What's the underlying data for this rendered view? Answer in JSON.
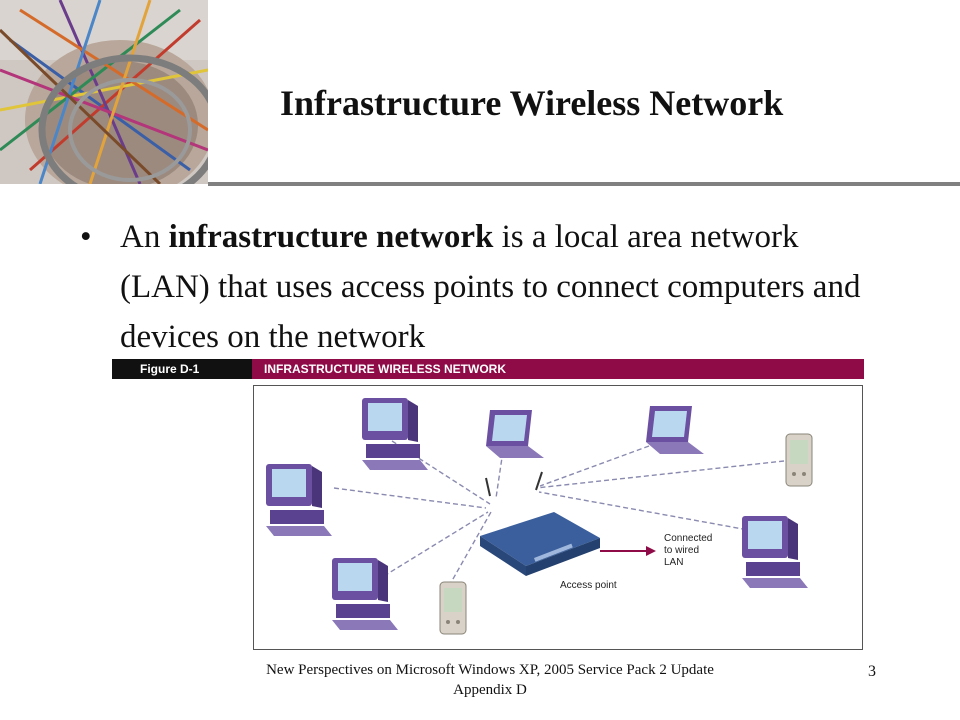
{
  "slide": {
    "title": "Infrastructure Wireless Network",
    "bullet_mark": "•",
    "bullet_lead": "An ",
    "bullet_bold": "infrastructure network",
    "bullet_rest": " is a local area network (LAN) that uses access points to connect computers and devices on the network"
  },
  "figure": {
    "label": "Figure D-1",
    "title": "INFRASTRUCTURE WIRELESS NETWORK",
    "access_point_label": "Access point",
    "wired_label_line1": "Connected",
    "wired_label_line2": "to wired",
    "wired_label_line3": "LAN",
    "colors": {
      "bar": "#8e0b47",
      "device": "#6b4fa0",
      "screen": "#b9d8f0",
      "link": "#8a8ab0",
      "arrow": "#8e0b47"
    }
  },
  "footer": {
    "line1": "New Perspectives on Microsoft Windows XP, 2005 Service Pack 2 Update",
    "line2": "Appendix D",
    "page_number": "3"
  }
}
